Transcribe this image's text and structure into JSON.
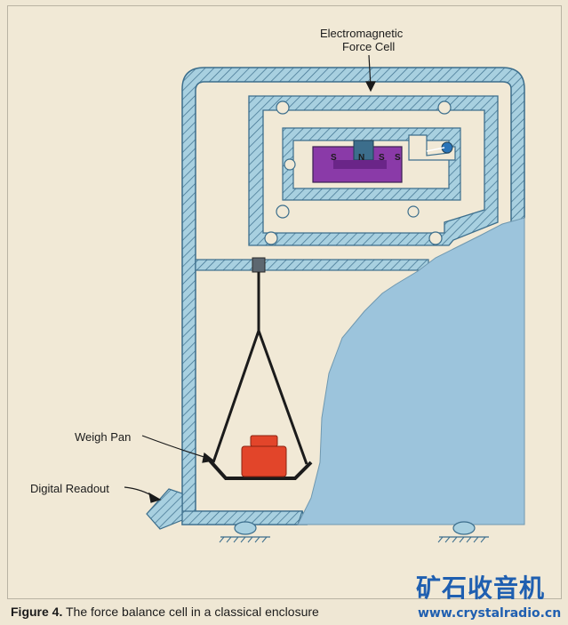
{
  "labels": {
    "force_cell_line1": "Electromagnetic",
    "force_cell_line2": "Force Cell",
    "weigh_pan": "Weigh Pan",
    "digital_readout": "Digital Readout"
  },
  "magnet_letters": [
    "S",
    "N",
    "S",
    "S"
  ],
  "caption": {
    "figure_number": "Figure 4.",
    "text": "The force balance cell in a classical enclosure"
  },
  "watermark": {
    "chinese": "矿石收音机",
    "url": "www.crystalradio.cn"
  },
  "colors": {
    "background": "#efe7d4",
    "enclosure_fill": "#a8d0e0",
    "enclosure_stroke": "#3c6e8c",
    "hatch": "#3c6e8c",
    "magnet": "#8a3aa8",
    "weight": "#e2452a",
    "cutaway_fill": "#9cc4dc"
  }
}
